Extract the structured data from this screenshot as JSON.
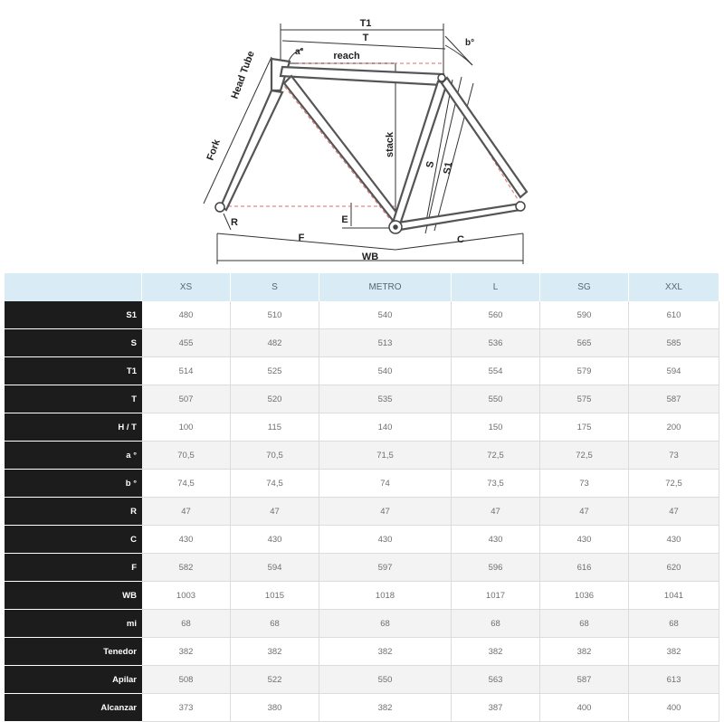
{
  "diagram": {
    "labels": {
      "t1": "T1",
      "t": "T",
      "reach": "reach",
      "a": "a°",
      "b": "b°",
      "head_tube": "Head Tube",
      "fork": "Fork",
      "stack": "stack",
      "s": "S",
      "s1": "S1",
      "e": "E",
      "r": "R",
      "f": "F",
      "c": "C",
      "wb": "WB"
    }
  },
  "table": {
    "columns": [
      "XS",
      "S",
      "METRO",
      "L",
      "SG",
      "XXL"
    ],
    "rows": [
      {
        "label": "S1",
        "values": [
          "480",
          "510",
          "540",
          "560",
          "590",
          "610"
        ]
      },
      {
        "label": "S",
        "values": [
          "455",
          "482",
          "513",
          "536",
          "565",
          "585"
        ]
      },
      {
        "label": "T1",
        "values": [
          "514",
          "525",
          "540",
          "554",
          "579",
          "594"
        ]
      },
      {
        "label": "T",
        "values": [
          "507",
          "520",
          "535",
          "550",
          "575",
          "587"
        ]
      },
      {
        "label": "H / T",
        "values": [
          "100",
          "115",
          "140",
          "150",
          "175",
          "200"
        ]
      },
      {
        "label": "a °",
        "values": [
          "70,5",
          "70,5",
          "71,5",
          "72,5",
          "72,5",
          "73"
        ]
      },
      {
        "label": "b °",
        "values": [
          "74,5",
          "74,5",
          "74",
          "73,5",
          "73",
          "72,5"
        ]
      },
      {
        "label": "R",
        "values": [
          "47",
          "47",
          "47",
          "47",
          "47",
          "47"
        ]
      },
      {
        "label": "C",
        "values": [
          "430",
          "430",
          "430",
          "430",
          "430",
          "430"
        ]
      },
      {
        "label": "F",
        "values": [
          "582",
          "594",
          "597",
          "596",
          "616",
          "620"
        ]
      },
      {
        "label": "WB",
        "values": [
          "1003",
          "1015",
          "1018",
          "1017",
          "1036",
          "1041"
        ]
      },
      {
        "label": "mi",
        "values": [
          "68",
          "68",
          "68",
          "68",
          "68",
          "68"
        ]
      },
      {
        "label": "Tenedor",
        "values": [
          "382",
          "382",
          "382",
          "382",
          "382",
          "382"
        ]
      },
      {
        "label": "Apilar",
        "values": [
          "508",
          "522",
          "550",
          "563",
          "587",
          "613"
        ]
      },
      {
        "label": "Alcanzar",
        "values": [
          "373",
          "380",
          "382",
          "387",
          "400",
          "400"
        ]
      }
    ]
  }
}
